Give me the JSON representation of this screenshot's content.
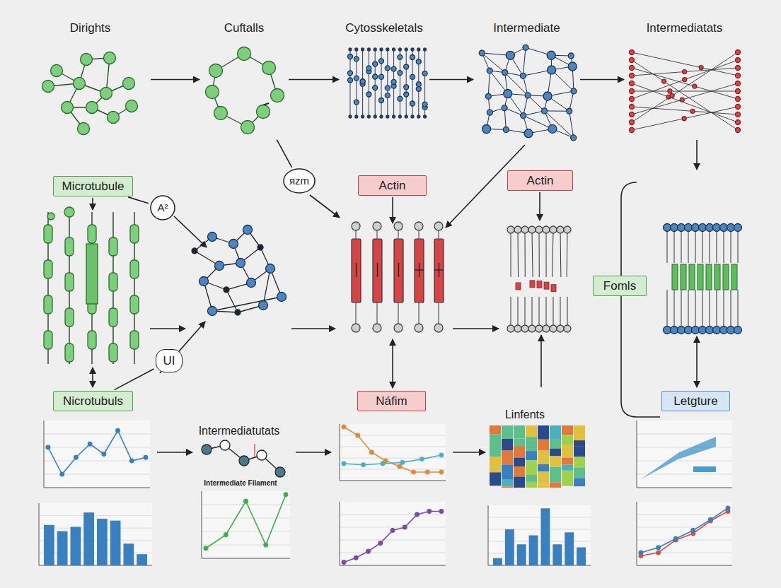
{
  "diagram": {
    "nodes": [
      {
        "text": [
          "Dirights"
        ]
      },
      {
        "text": [
          "Cuftalls"
        ]
      },
      {
        "text": [
          "Cytosskeletals"
        ]
      },
      {
        "text": [
          "Intermediate"
        ]
      },
      {
        "text": [
          "Intermediatats"
        ]
      },
      {
        "text": [
          "Microtubule"
        ]
      },
      {
        "text": [
          "A²"
        ]
      },
      {
        "text": [
          "ᴙzm"
        ]
      },
      {
        "text": [
          "Actin"
        ]
      },
      {
        "text": [
          "Actin"
        ]
      },
      {
        "text": [
          "Nicrotubuls"
        ]
      },
      {
        "text": [
          "UI"
        ]
      },
      {
        "text": [
          "Náfim"
        ]
      },
      {
        "text": [
          "Fomls"
        ]
      },
      {
        "text": [
          "Letgture"
        ]
      }
    ],
    "edges": [
      {
        "from": 0,
        "to": 1,
        "arrow": "to"
      },
      {
        "from": 1,
        "to": 2,
        "arrow": "to"
      },
      {
        "from": 2,
        "to": 3,
        "arrow": "to"
      },
      {
        "from": 3,
        "to": 4,
        "arrow": "to"
      },
      {
        "from": 1,
        "to": 7,
        "arrow": "none"
      },
      {
        "from": 5,
        "to": 6,
        "arrow": "none"
      },
      {
        "from": 10,
        "to": 11,
        "arrow": "none"
      }
    ],
    "labels": [
      "Intermediatutats",
      "Intermediate Filament",
      "Linfents"
    ]
  }
}
